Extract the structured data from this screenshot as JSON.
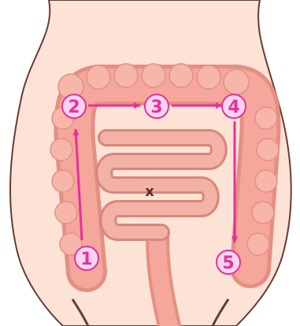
{
  "diagram": {
    "colors": {
      "skin": "#fde3d6",
      "skin_outline": "#6a3a34",
      "colon": "#f4a79a",
      "colon_dark": "#e58f83",
      "intestine": "#f3b2a6",
      "arrow": "#e8309a",
      "marker_fill": "#fbd5f0",
      "marker_stroke": "#e8309a"
    },
    "center_mark": "x",
    "steps": [
      {
        "id": "1",
        "label": "1"
      },
      {
        "id": "2",
        "label": "2"
      },
      {
        "id": "3",
        "label": "3"
      },
      {
        "id": "4",
        "label": "4"
      },
      {
        "id": "5",
        "label": "5"
      }
    ],
    "path_order": [
      "1",
      "2",
      "3",
      "4",
      "5"
    ]
  }
}
